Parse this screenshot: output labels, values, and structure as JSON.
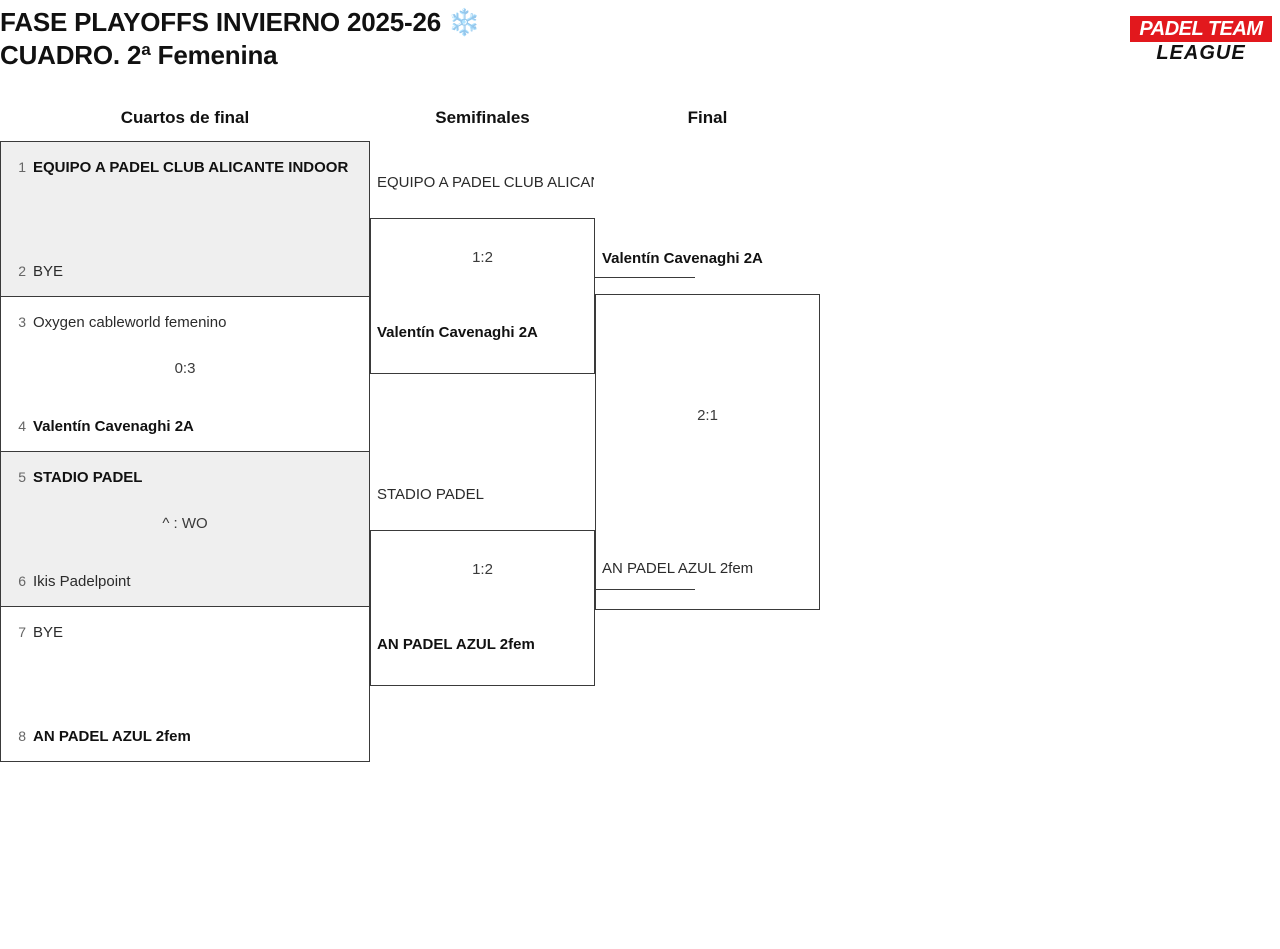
{
  "header": {
    "title": "FASE PLAYOFFS INVIERNO 2025-26 ❄️\nCUADRO. 2ª Femenina",
    "logo_top": "PADEL TEAM",
    "logo_bottom": "LEAGUE"
  },
  "colors": {
    "brand_red": "#e2181d",
    "shaded_row": "#efefef",
    "border": "#3a3a3a",
    "text": "#1a1a1a"
  },
  "rounds": [
    {
      "label": "Cuartos de final"
    },
    {
      "label": "Semifinales"
    },
    {
      "label": "Final"
    }
  ],
  "bracket": {
    "round1": [
      {
        "shaded": true,
        "score": "",
        "top": {
          "seed": "1",
          "name": "EQUIPO A PADEL CLUB ALICANTE INDOOR",
          "winner": true
        },
        "bottom": {
          "seed": "2",
          "name": "BYE",
          "winner": false
        }
      },
      {
        "shaded": false,
        "score": "0:3",
        "top": {
          "seed": "3",
          "name": "Oxygen cableworld femenino",
          "winner": false
        },
        "bottom": {
          "seed": "4",
          "name": "Valentín Cavenaghi 2A",
          "winner": true
        }
      },
      {
        "shaded": true,
        "score": "^ : WO",
        "top": {
          "seed": "5",
          "name": "STADIO PADEL",
          "winner": true
        },
        "bottom": {
          "seed": "6",
          "name": "Ikis Padelpoint",
          "winner": false
        }
      },
      {
        "shaded": false,
        "score": "",
        "top": {
          "seed": "7",
          "name": "BYE",
          "winner": false
        },
        "bottom": {
          "seed": "8",
          "name": "AN PADEL AZUL 2fem",
          "winner": true
        }
      }
    ],
    "round2": [
      {
        "score": "1:2",
        "top": {
          "name": "EQUIPO A PADEL CLUB ALICANTE INDOOR",
          "winner": false
        },
        "bottom": {
          "name": "Valentín Cavenaghi 2A",
          "winner": true
        }
      },
      {
        "score": "1:2",
        "top": {
          "name": "STADIO PADEL",
          "winner": false
        },
        "bottom": {
          "name": "AN PADEL AZUL 2fem",
          "winner": true
        }
      }
    ],
    "round3": [
      {
        "score": "2:1",
        "top": {
          "name": "Valentín Cavenaghi 2A",
          "winner": true
        },
        "bottom": {
          "name": "AN PADEL AZUL 2fem",
          "winner": false
        }
      }
    ]
  }
}
